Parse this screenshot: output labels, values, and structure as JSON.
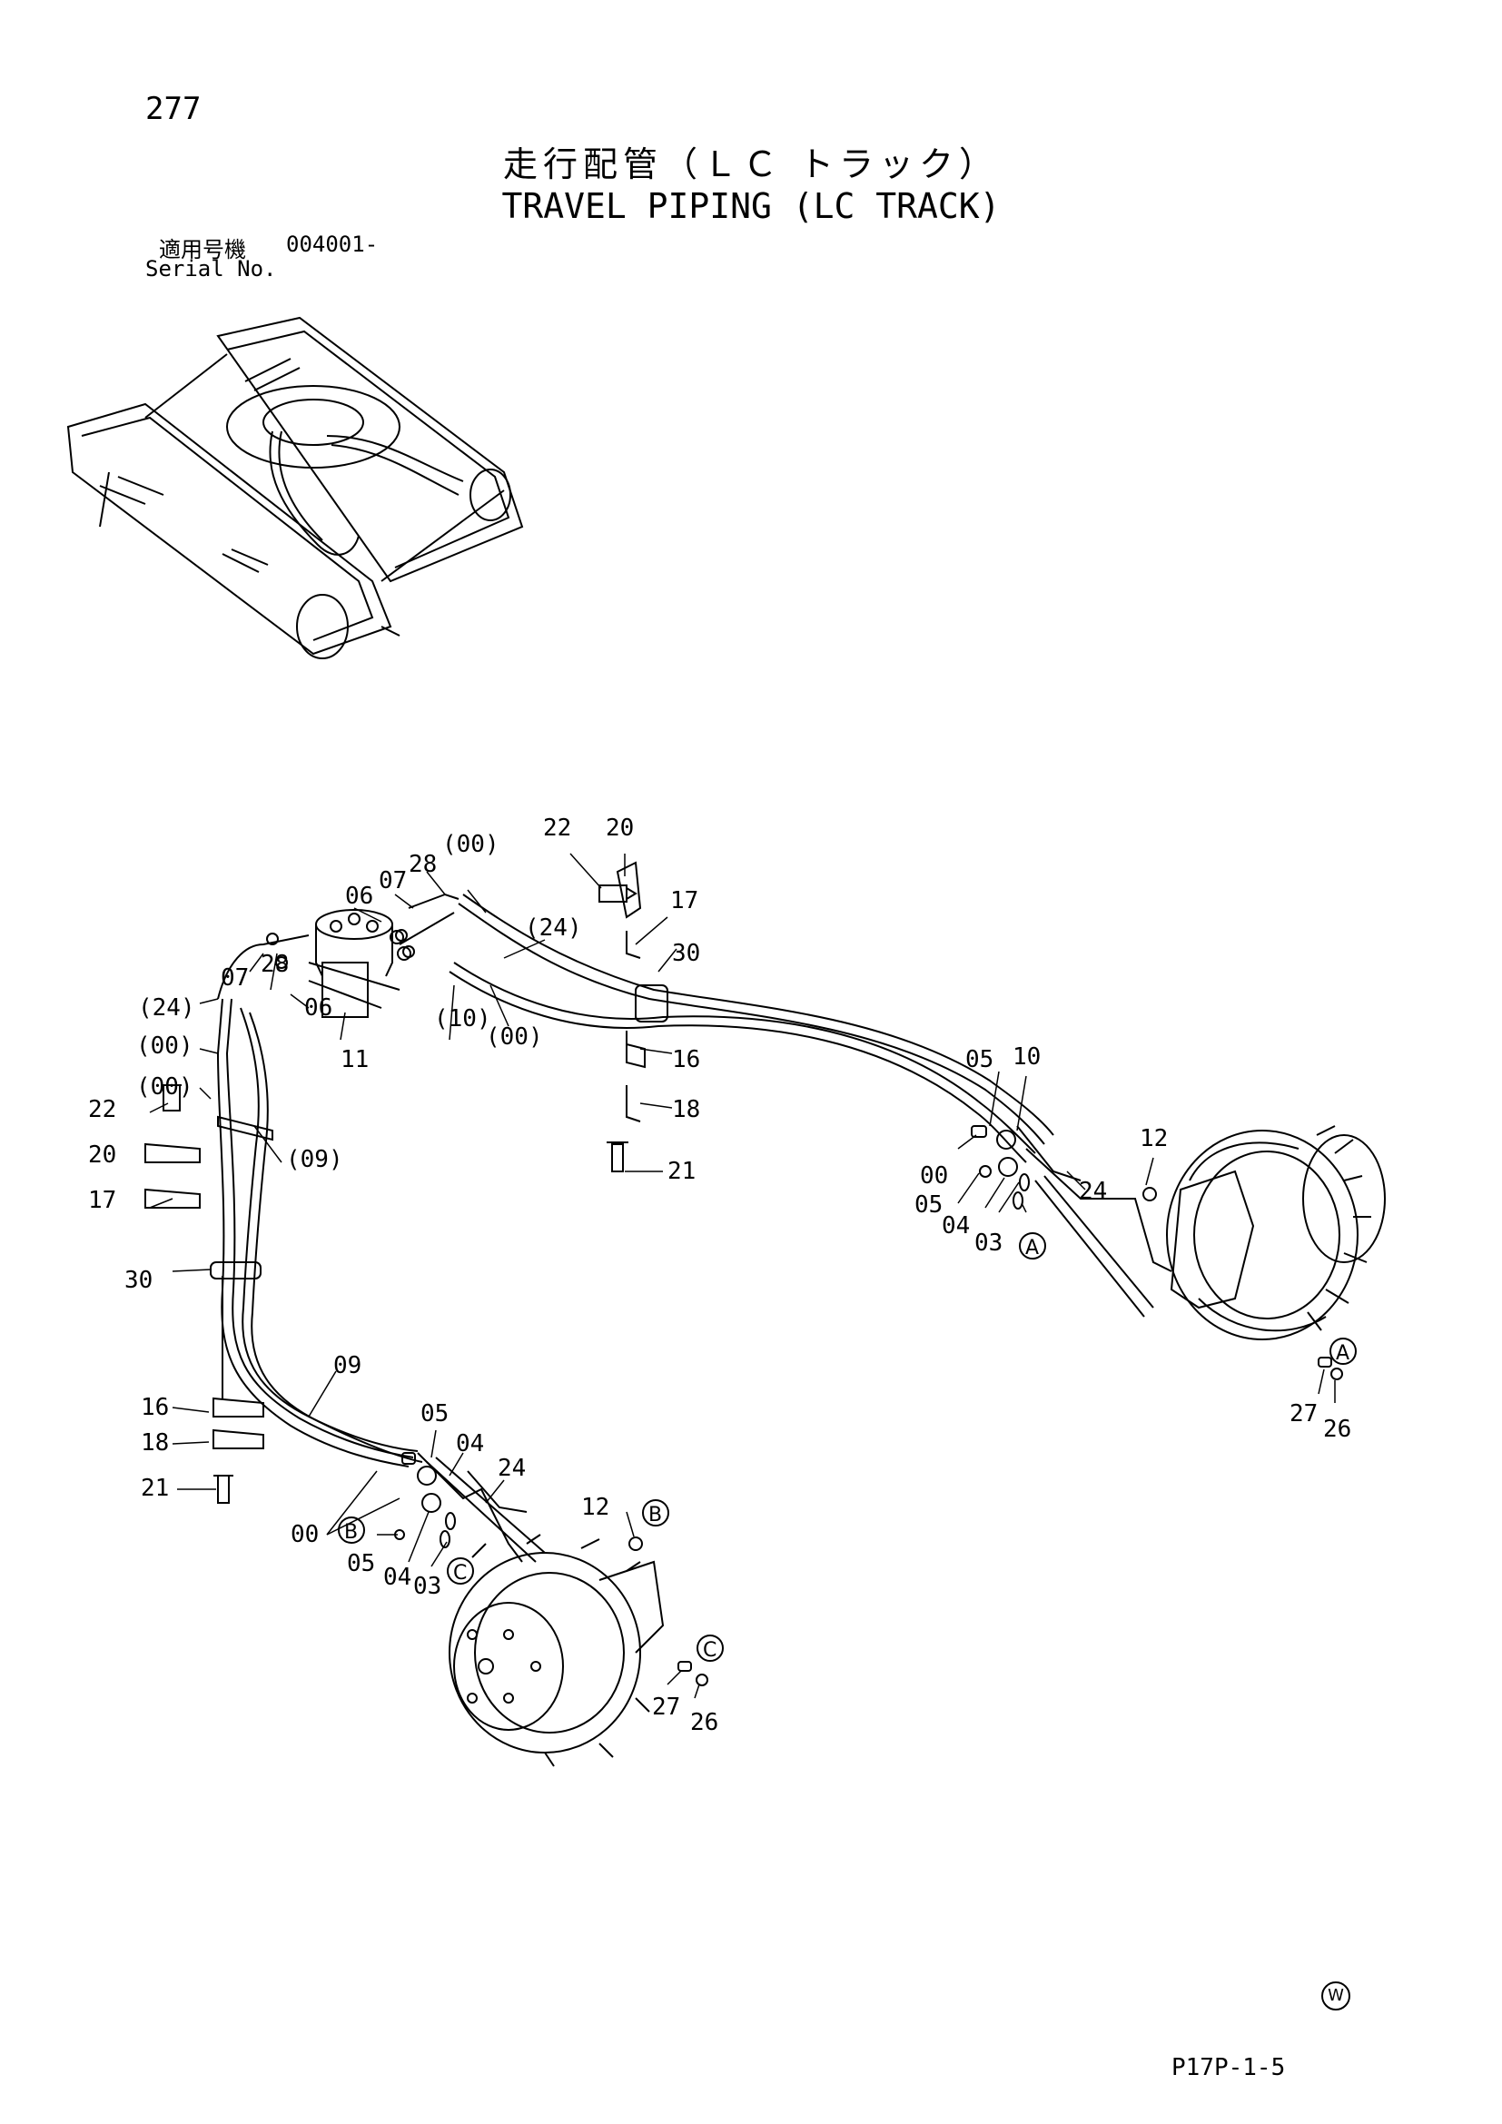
{
  "header": {
    "page_number": "277",
    "title_jp": "走行配管（ＬＣ トラック）",
    "title_en": "TRAVEL PIPING (LC TRACK)",
    "serial_label_jp": "適用号機",
    "serial_value": "004001-",
    "serial_label_en": "Serial No."
  },
  "footer": {
    "drawing_code": "P17P-1-5",
    "mark": "W"
  },
  "callouts": [
    {
      "label": "22"
    },
    {
      "label": "20"
    },
    {
      "label": "(00)"
    },
    {
      "label": "28"
    },
    {
      "label": "07"
    },
    {
      "label": "06"
    },
    {
      "label": "17"
    },
    {
      "label": "(24)"
    },
    {
      "label": "30"
    },
    {
      "label": "28"
    },
    {
      "label": "07"
    },
    {
      "label": "(24)"
    },
    {
      "label": "(10)"
    },
    {
      "label": "(00)"
    },
    {
      "label": "06"
    },
    {
      "label": "(00)"
    },
    {
      "label": "11"
    },
    {
      "label": "16"
    },
    {
      "label": "(00)"
    },
    {
      "label": "18"
    },
    {
      "label": "22"
    },
    {
      "label": "(09)"
    },
    {
      "label": "21"
    },
    {
      "label": "20"
    },
    {
      "label": "17"
    },
    {
      "label": "05"
    },
    {
      "label": "10"
    },
    {
      "label": "12"
    },
    {
      "label": "00"
    },
    {
      "label": "24"
    },
    {
      "label": "05"
    },
    {
      "label": "04"
    },
    {
      "label": "03"
    },
    {
      "label": "30"
    },
    {
      "label": "09"
    },
    {
      "label": "27"
    },
    {
      "label": "26"
    },
    {
      "label": "16"
    },
    {
      "label": "05"
    },
    {
      "label": "18"
    },
    {
      "label": "04"
    },
    {
      "label": "24"
    },
    {
      "label": "21"
    },
    {
      "label": "12"
    },
    {
      "label": "00"
    },
    {
      "label": "05"
    },
    {
      "label": "04"
    },
    {
      "label": "03"
    },
    {
      "label": "27"
    },
    {
      "label": "26"
    }
  ],
  "reference_marks": [
    {
      "letter": "A"
    },
    {
      "letter": "A"
    },
    {
      "letter": "B"
    },
    {
      "letter": "B"
    },
    {
      "letter": "C"
    },
    {
      "letter": "C"
    }
  ]
}
